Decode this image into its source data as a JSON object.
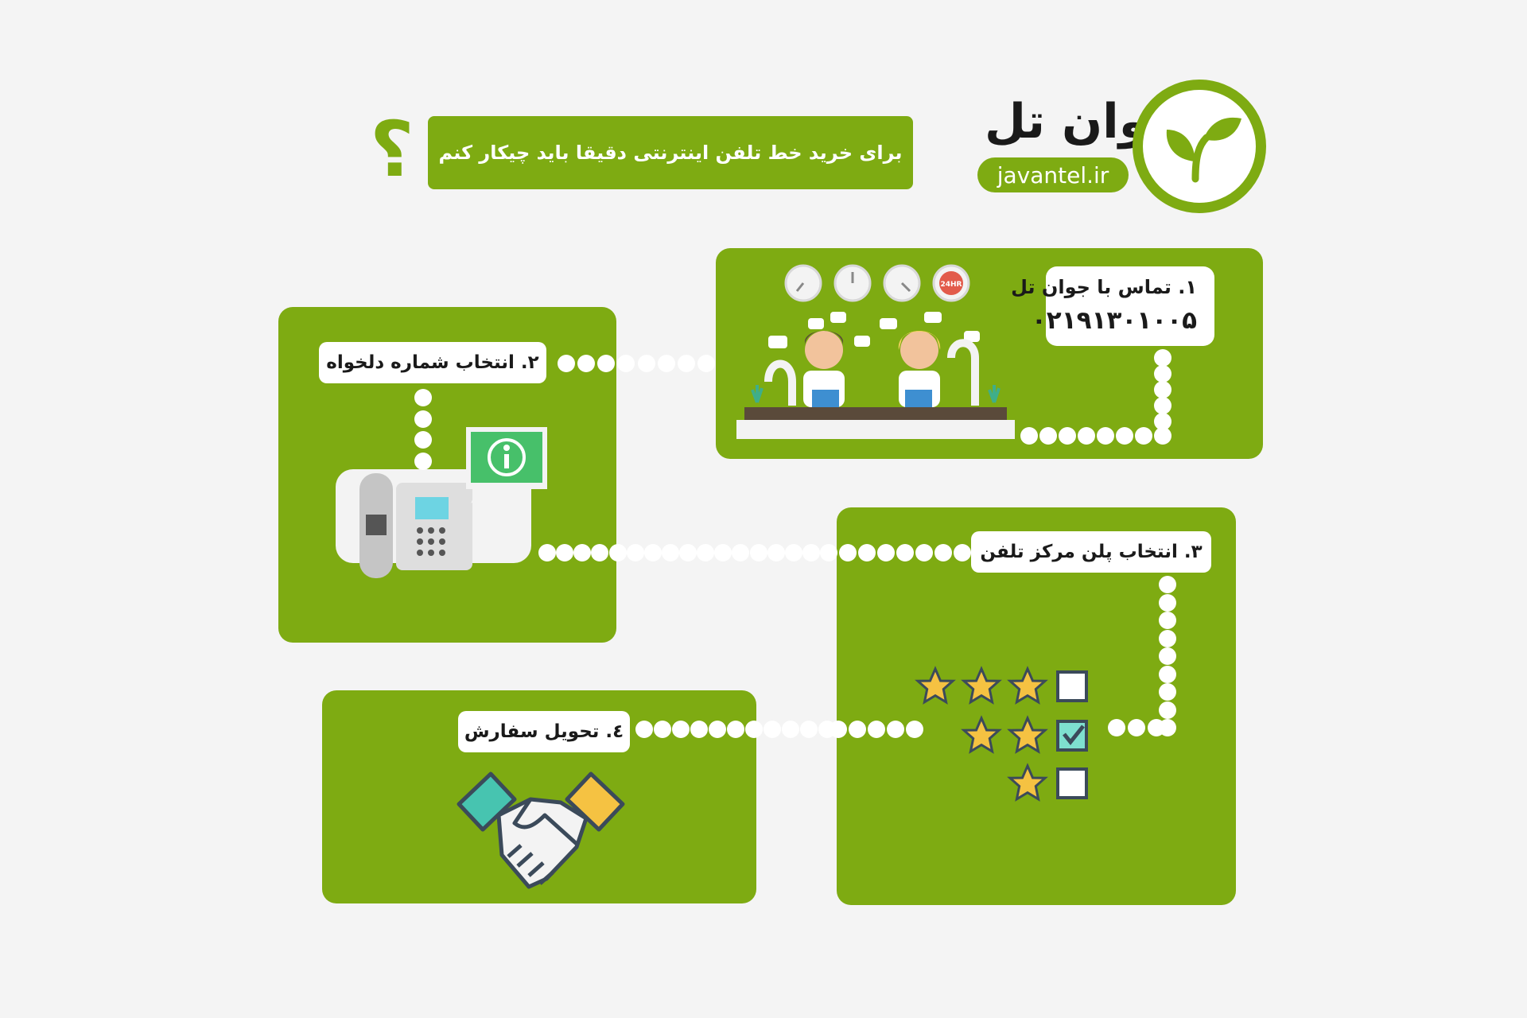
{
  "header": {
    "question": "برای خرید خط تلفن اینترنتی دقیقا باید چیکار کنم",
    "question_mark": "؟",
    "brand_name": "جوان تل",
    "website": "javantel.ir"
  },
  "steps": [
    {
      "title": "۱. تماس با جوان تل",
      "phone": "۰۲۱۹۱۳۰۱۰۰۵",
      "icon": "call-center-icon"
    },
    {
      "title": "۲. انتخاب شماره دلخواه",
      "icon": "desk-phone-icon"
    },
    {
      "title": "۳. انتخاب پلن مرکز تلفن",
      "icon": "star-rating-icon"
    },
    {
      "title": "٤. تحویل سفارش",
      "icon": "handshake-icon"
    }
  ],
  "call_center": {
    "badge": "24HR"
  },
  "colors": {
    "panel": "#7eab12",
    "background": "#f4f4f4",
    "star": "#f5c242",
    "accent": "#47c4b0"
  }
}
